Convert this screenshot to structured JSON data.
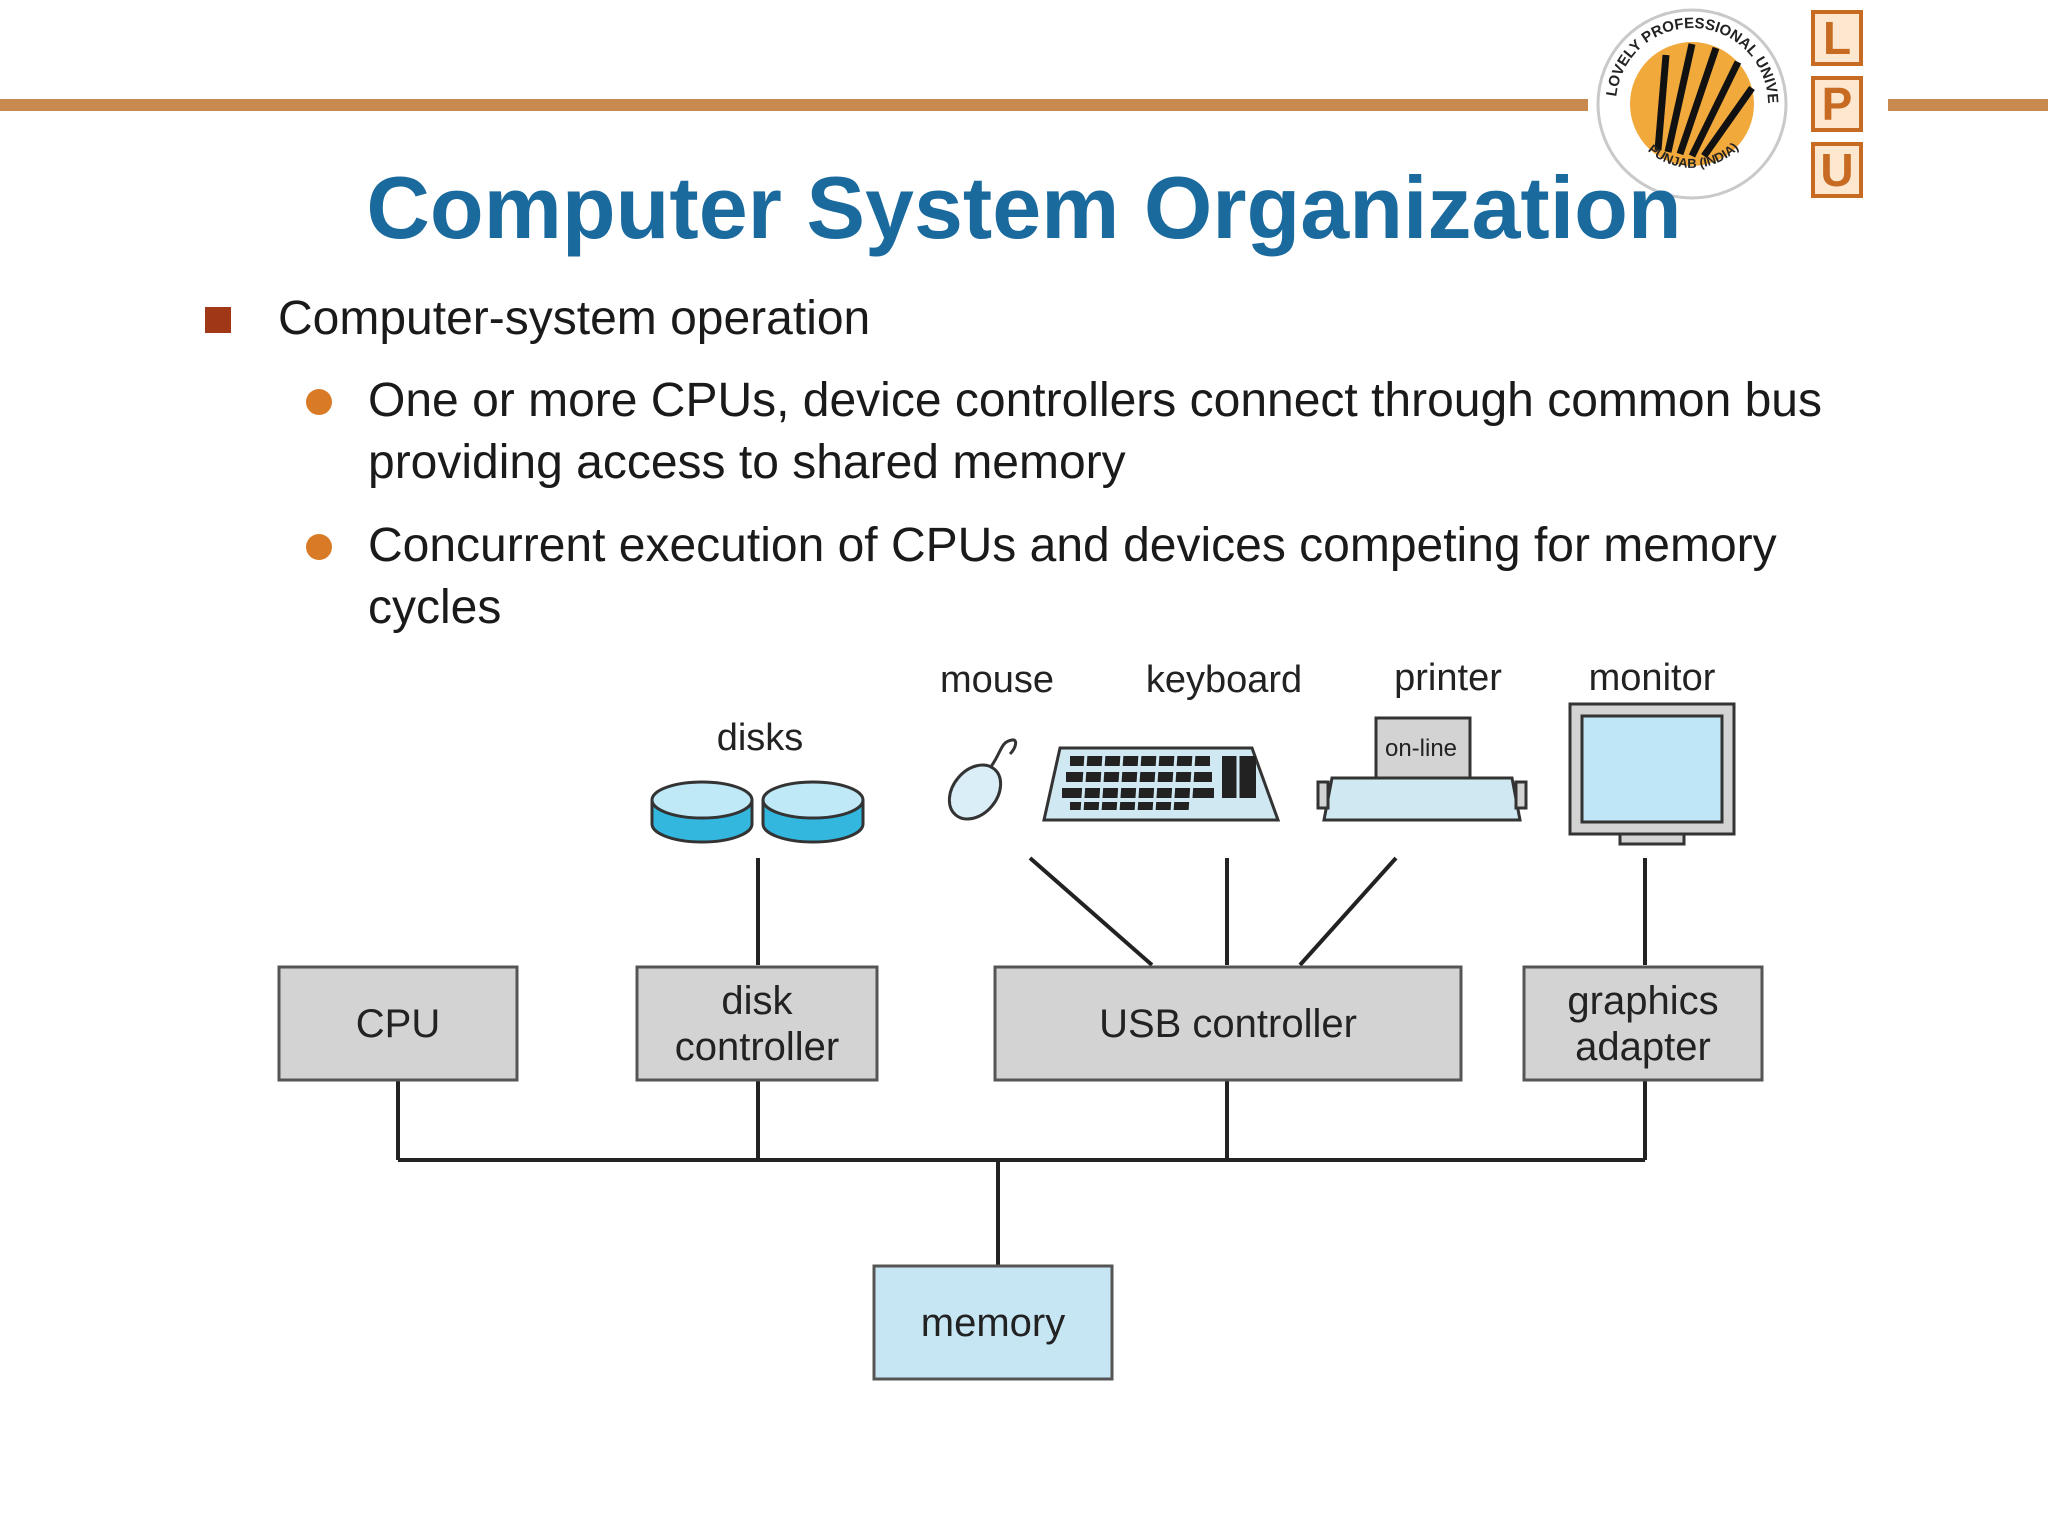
{
  "slide": {
    "title": "Computer System Organization",
    "bullet": "Computer-system operation",
    "sub_bullets": [
      {
        "line1": "One or more CPUs, device controllers connect through common bus",
        "line2": "providing access to shared memory"
      },
      {
        "line1": "Concurrent execution of CPUs and devices competing for memory",
        "line2": "cycles"
      }
    ]
  },
  "logo": {
    "ring_text": "LOVELY PROFESSIONAL UNIVERSITY",
    "ring_bottom": "PUNJAB (INDIA)",
    "letters": [
      "L",
      "P",
      "U"
    ]
  },
  "diagram": {
    "devices": {
      "disks": "disks",
      "mouse": "mouse",
      "keyboard": "keyboard",
      "printer": "printer",
      "printer_panel": "on-line",
      "monitor": "monitor"
    },
    "boxes": {
      "cpu": "CPU",
      "disk_controller_1": "disk",
      "disk_controller_2": "controller",
      "usb_controller": "USB controller",
      "graphics_adapter_1": "graphics",
      "graphics_adapter_2": "adapter",
      "memory": "memory"
    }
  },
  "colors": {
    "title": "#1a6a9e",
    "rule": "#c98a4f",
    "bullet_square": "#a03818",
    "bullet_dot": "#d87a26",
    "box_gray": "#d3d3d3",
    "box_memory": "#c6e6f4",
    "device_blue": "#7fd0ec"
  }
}
